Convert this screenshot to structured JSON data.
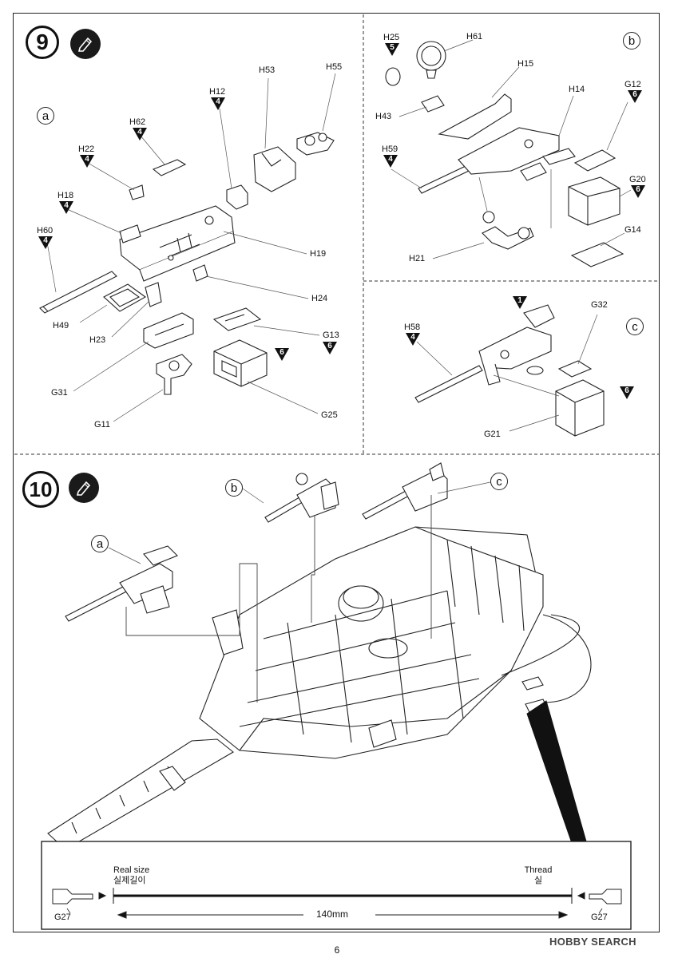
{
  "page_number": "6",
  "watermark": "HOBBY SEARCH",
  "step9": {
    "number": "9",
    "glue_icon": "glue-pen-icon",
    "sub_a": "a",
    "sub_b": "b",
    "sub_c": "c",
    "parts_a": [
      {
        "id": "H62",
        "color": "4"
      },
      {
        "id": "H22",
        "color": "4"
      },
      {
        "id": "H18",
        "color": "4"
      },
      {
        "id": "H60",
        "color": "4"
      },
      {
        "id": "H12",
        "color": "4"
      }
    ],
    "labels_a": [
      "H53",
      "H55",
      "H19",
      "H24",
      "H49",
      "H23",
      "G31",
      "G11",
      "G13",
      "G25"
    ],
    "g13_color": "6",
    "g25_color": "6",
    "parts_b": [
      {
        "id": "H25",
        "color": "5"
      },
      {
        "id": "H59",
        "color": "4"
      },
      {
        "id": "G12",
        "color": "6"
      },
      {
        "id": "G20",
        "color": "6"
      }
    ],
    "labels_b": [
      "H61",
      "H15",
      "H14",
      "H43",
      "H21",
      "G14"
    ],
    "parts_c": [
      {
        "id": "H58",
        "color": "4"
      }
    ],
    "c_top_color": "1",
    "labels_c": [
      "G32",
      "G21"
    ],
    "g21_color": "6"
  },
  "step10": {
    "number": "10",
    "glue_icon": "glue-pen-icon",
    "sub_a": "a",
    "sub_b": "b",
    "sub_c": "c"
  },
  "thread_panel": {
    "real_size_en": "Real size",
    "real_size_ko": "실제길이",
    "thread_en": "Thread",
    "thread_ko": "실",
    "length": "140mm",
    "left_part": "G27",
    "right_part": "G27"
  }
}
